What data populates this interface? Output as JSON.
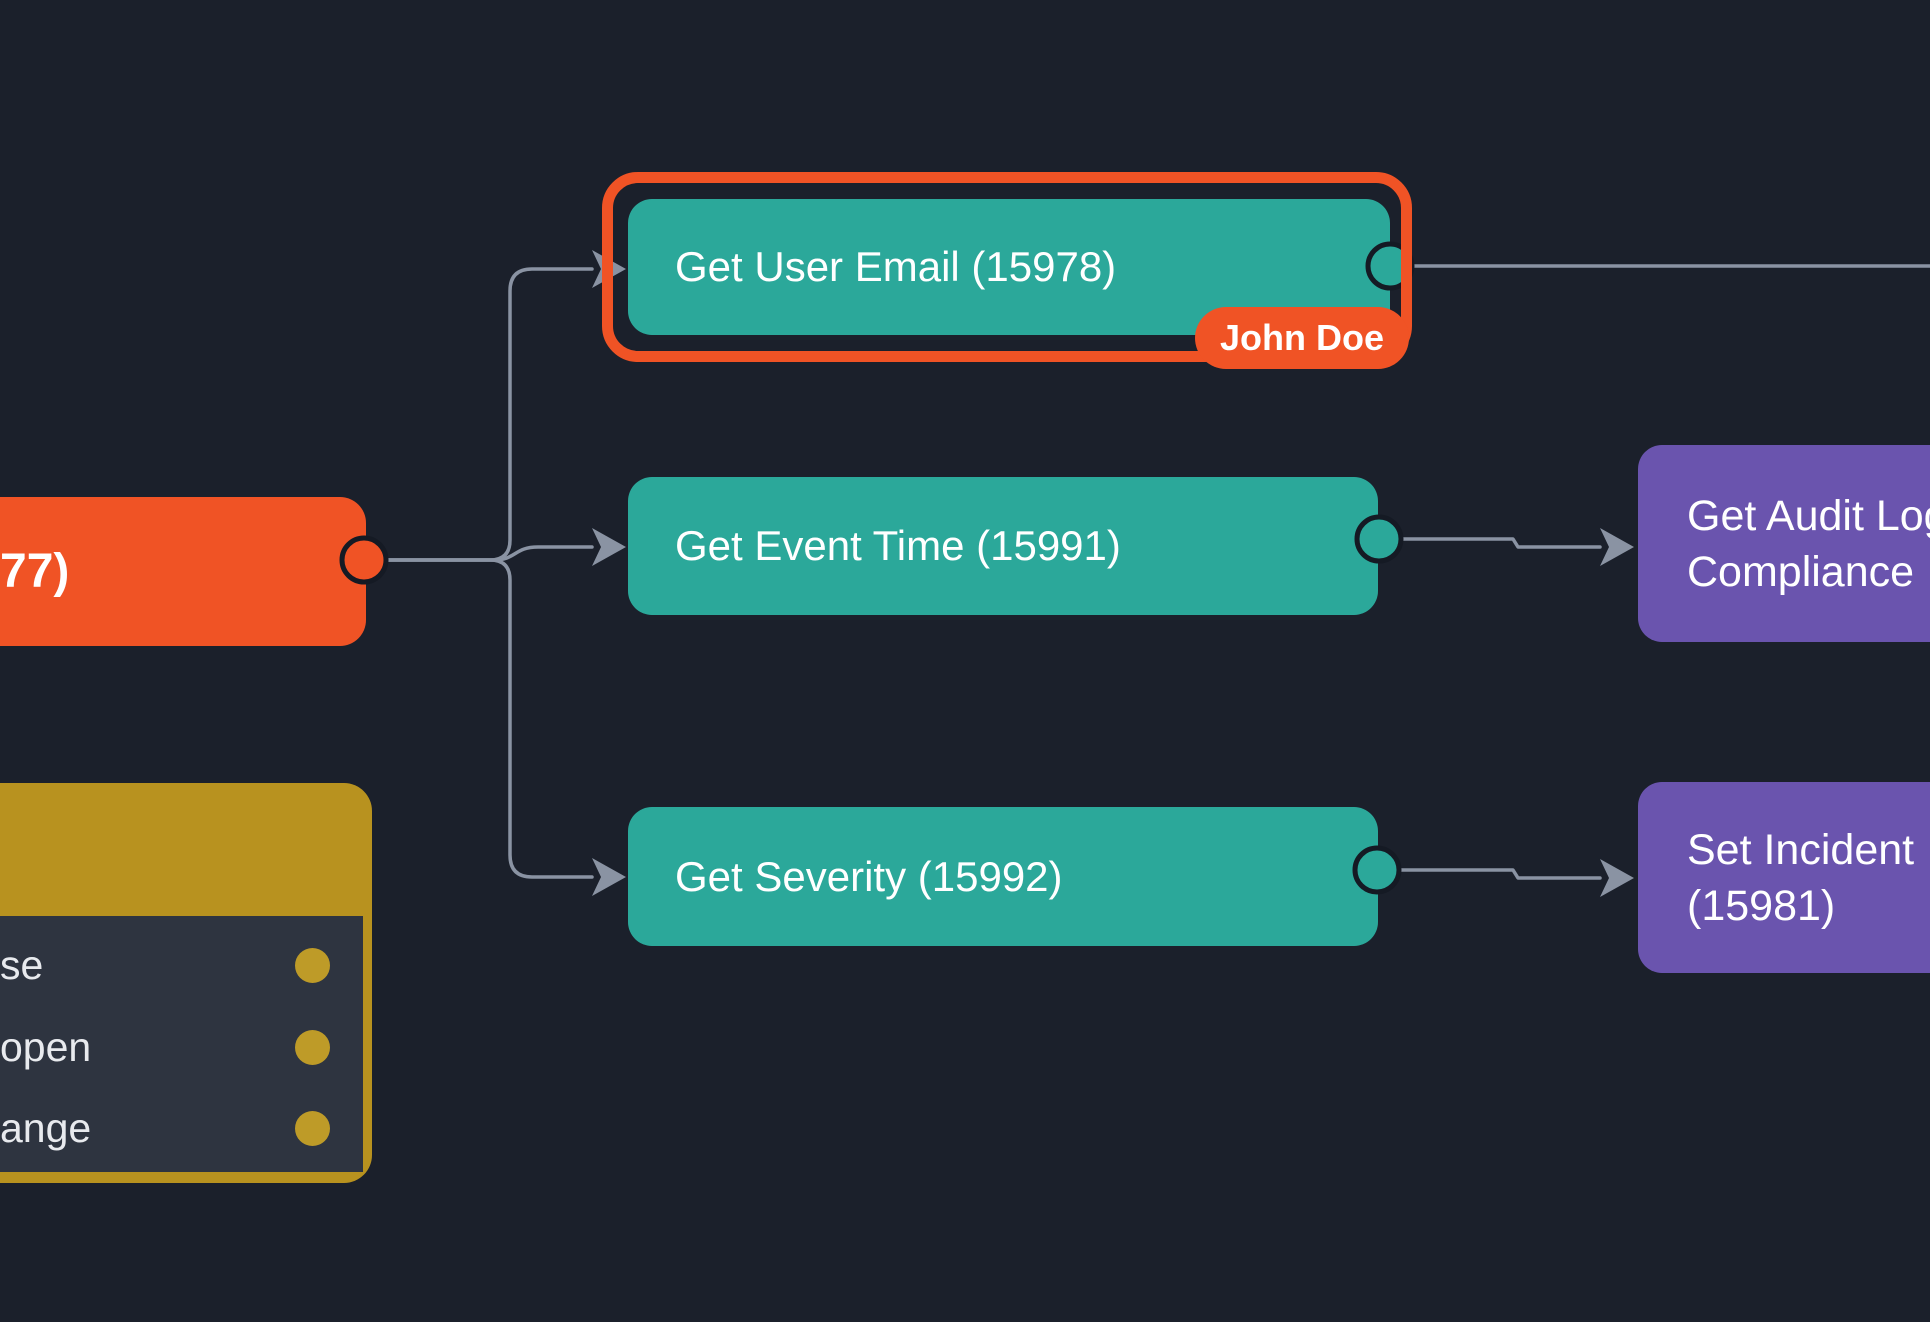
{
  "canvas": {
    "type": "workflow-automation-editor",
    "background_color": "#1B202B",
    "wire_color": "#8A93A3",
    "colors": {
      "teal_action": "#2BA89A",
      "orange_accent": "#F05325",
      "purple_action": "#6A54AE",
      "yellow_trigger": "#B8921F",
      "trigger_body": "#2E3440"
    }
  },
  "nodes": {
    "upstream": {
      "label": "77)",
      "note": "left-clipped node, only tail of id visible"
    },
    "get_user_email": {
      "label": "Get User Email (15978)",
      "selected": true,
      "assignee": "John Doe"
    },
    "get_event_time": {
      "label": "Get Event Time (15991)"
    },
    "get_severity": {
      "label": "Get Severity (15992)"
    },
    "get_audit": {
      "line1": "Get Audit Log",
      "line2": "Compliance",
      "note": "right-clipped by viewport"
    },
    "set_incident": {
      "line1": "Set Incident",
      "line2": "(15981)",
      "note": "right-clipped by viewport"
    },
    "options_node": {
      "options": [
        "se",
        "open",
        "ange"
      ],
      "note": "left-clipped trigger branch labels"
    }
  },
  "badge": {
    "label": "John Doe"
  }
}
